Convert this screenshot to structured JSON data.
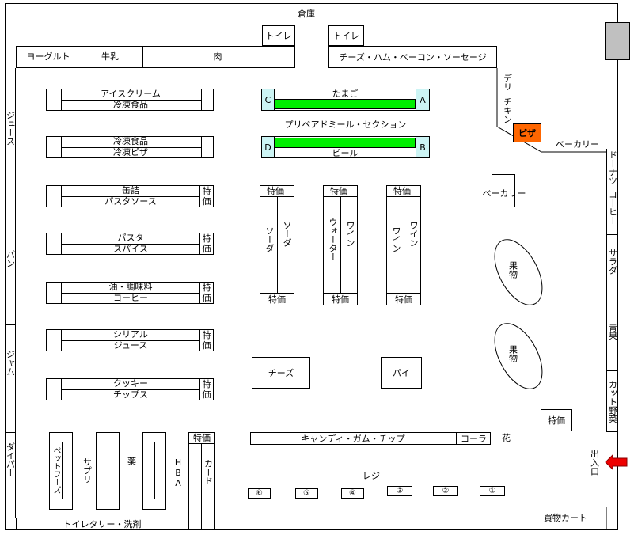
{
  "warehouse": "倉庫",
  "toilets": [
    "トイレ",
    "トイレ"
  ],
  "top_wall": {
    "yogurt": "ヨーグルト",
    "milk": "牛乳",
    "meat": "肉",
    "cheese_ham": "チーズ・ハム・ベーコン・ソーセージ"
  },
  "deli": "デリ",
  "chicken": "チキン",
  "pizza": "ピザ",
  "bakery": "ベーカリー",
  "left_wall": [
    "ジュース",
    "パン",
    "ジャム",
    "ダイパー"
  ],
  "right_wall": [
    "ドーナツ",
    "コーヒー",
    "サラダ",
    "青果",
    "カット野菜"
  ],
  "aisles_left": [
    {
      "top": "アイスクリーム",
      "bottom": "冷凍食品",
      "special": ""
    },
    {
      "top": "冷凍食品",
      "bottom": "冷凍ピザ",
      "special": ""
    },
    {
      "top": "缶詰",
      "bottom": "パスタソース",
      "special": "特価"
    },
    {
      "top": "パスタ",
      "bottom": "スパイス",
      "special": "特価"
    },
    {
      "top": "油・調味料",
      "bottom": "コーヒー",
      "special": "特価"
    },
    {
      "top": "シリアル",
      "bottom": "ジュース",
      "special": "特価"
    },
    {
      "top": "クッキー",
      "bottom": "チップス",
      "special": "特価"
    }
  ],
  "eggs": {
    "label": "たまご",
    "c": "C",
    "a": "A"
  },
  "beer": {
    "label": "ビール",
    "d": "D",
    "b": "B"
  },
  "prepared": "プリペアドミール・セクション",
  "drink_aisles": [
    {
      "left": "ソーダ",
      "right": "ソーダ",
      "special": "特価"
    },
    {
      "left": "ウォーター",
      "right": "ワイン",
      "special": "特価"
    },
    {
      "left": "ワイン",
      "right": "ワイン",
      "special": "特価"
    }
  ],
  "bakery_box": "ベーカリー",
  "fruit": [
    "果物",
    "果物"
  ],
  "cheese": "チーズ",
  "pie": "パイ",
  "special": "特価",
  "candy": "キャンディ・ガム・チップ",
  "cola": "コーラ",
  "flower": "花",
  "entrance": "出入口",
  "register": "レジ",
  "registers": [
    "⑥",
    "⑤",
    "④",
    "③",
    "②",
    "①"
  ],
  "cart": "買物カート",
  "bottom_left": {
    "pet": "ペットフーズ",
    "supple": "サプリ",
    "medicine": "薬",
    "hba": "HBA",
    "card": "カード",
    "toiletry": "トイレタリー・洗剤"
  },
  "colors": {
    "green": "#00ee00",
    "cyan": "#ccf4f4",
    "orange": "#ff6600",
    "gray": "#c0c0c0",
    "red": "#ee0000"
  }
}
